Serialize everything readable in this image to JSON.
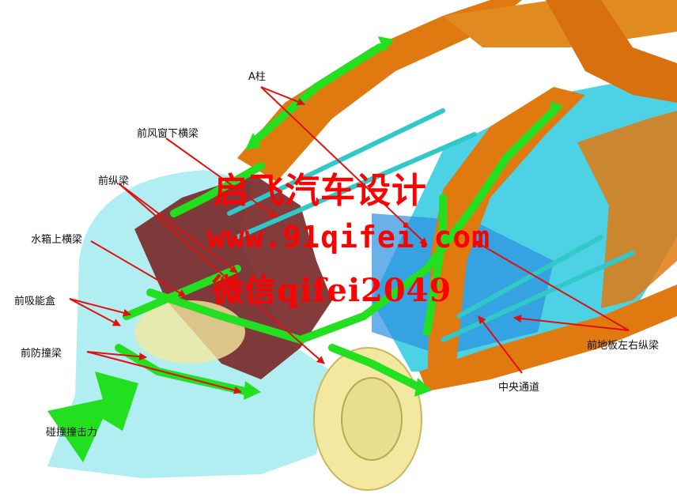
{
  "labels": {
    "a_pillar": "A柱",
    "cowl_crossmember": "前风窗下横梁",
    "front_rail": "前纵梁",
    "radiator_upper_crossmember": "水箱上横梁",
    "crash_box": "前吸能盒",
    "front_bumper_beam": "前防撞梁",
    "impact_force": "碰撞撞击力",
    "floor_rails": "前地板左右纵梁",
    "center_tunnel": "中央通道"
  },
  "watermark": {
    "line1": "启飞汽车设计",
    "line2": "www.91qifei.com",
    "line3": "微信qifei2049"
  },
  "colors": {
    "body_orange": "#e07a10",
    "floor_cyan": "#2ec9e0",
    "load_path_green": "#22e020",
    "arrow_red": "#e01010",
    "rail_maroon": "#7a2a2a",
    "wheel_yellow": "#f2e8a0",
    "bumper_light_cyan": "#a8ecf0",
    "watermark_red": "#ff0000"
  }
}
